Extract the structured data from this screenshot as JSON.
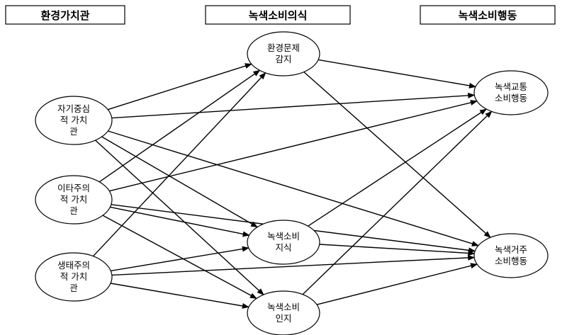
{
  "headers": [
    {
      "id": "values",
      "label": "환경가치관"
    },
    {
      "id": "consciousness",
      "label": "녹색소비의식"
    },
    {
      "id": "behavior",
      "label": "녹색소비행동"
    }
  ],
  "nodes": [
    {
      "id": "self",
      "lines": [
        "자기중심",
        "적 가치",
        "관"
      ]
    },
    {
      "id": "altru",
      "lines": [
        "이타주의",
        "적 가치",
        "관"
      ]
    },
    {
      "id": "eco",
      "lines": [
        "생태주의",
        "적 가치",
        "관"
      ]
    },
    {
      "id": "aware",
      "lines": [
        "환경문제",
        "감지"
      ]
    },
    {
      "id": "know",
      "lines": [
        "녹색소비",
        "지식"
      ]
    },
    {
      "id": "recog",
      "lines": [
        "녹색소비",
        "인지"
      ]
    },
    {
      "id": "traffic",
      "lines": [
        "녹색교통",
        "소비행동"
      ]
    },
    {
      "id": "housing",
      "lines": [
        "녹색거주",
        "소비행동"
      ]
    }
  ],
  "edges": [
    {
      "from": "self",
      "to": "aware"
    },
    {
      "from": "self",
      "to": "know"
    },
    {
      "from": "self",
      "to": "recog"
    },
    {
      "from": "self",
      "to": "traffic"
    },
    {
      "from": "self",
      "to": "housing"
    },
    {
      "from": "altru",
      "to": "aware"
    },
    {
      "from": "altru",
      "to": "know"
    },
    {
      "from": "altru",
      "to": "recog"
    },
    {
      "from": "altru",
      "to": "traffic"
    },
    {
      "from": "altru",
      "to": "housing"
    },
    {
      "from": "eco",
      "to": "aware"
    },
    {
      "from": "eco",
      "to": "know"
    },
    {
      "from": "eco",
      "to": "recog"
    },
    {
      "from": "eco",
      "to": "housing"
    },
    {
      "from": "aware",
      "to": "traffic"
    },
    {
      "from": "aware",
      "to": "housing"
    },
    {
      "from": "know",
      "to": "traffic"
    },
    {
      "from": "know",
      "to": "housing"
    },
    {
      "from": "recog",
      "to": "traffic"
    },
    {
      "from": "recog",
      "to": "housing"
    }
  ]
}
